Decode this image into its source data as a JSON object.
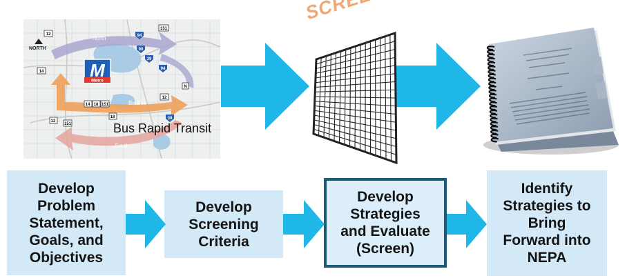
{
  "map": {
    "caption": "Bus Rapid Transit",
    "logo_letter": "M",
    "logo_word": "Metro",
    "north_label": "NORTH",
    "corridor_labels": {
      "north": "North",
      "south": "South",
      "beltline": "Beltline"
    },
    "route_shields": [
      "12",
      "151",
      "14",
      "94",
      "90",
      "39",
      "94",
      "12",
      "14",
      "18",
      "151",
      "12",
      "18",
      "151",
      "39",
      "N"
    ]
  },
  "process": {
    "screening_label": "SCREENING"
  },
  "steps": [
    {
      "label": "Develop\nProblem\nStatement,\nGoals, and\nObjectives",
      "highlighted": false
    },
    {
      "label": "Develop\nScreening\nCriteria",
      "highlighted": false
    },
    {
      "label": "Develop\nStrategies\nand Evaluate\n(Screen)",
      "highlighted": true
    },
    {
      "label": "Identify\nStrategies to\nBring\nForward into\nNEPA",
      "highlighted": false
    }
  ],
  "colors": {
    "arrow": "#1fb6e8",
    "step_fill": "#d3e9f7",
    "highlight_border": "#1c5a78",
    "screening_text": "#f1a773"
  }
}
